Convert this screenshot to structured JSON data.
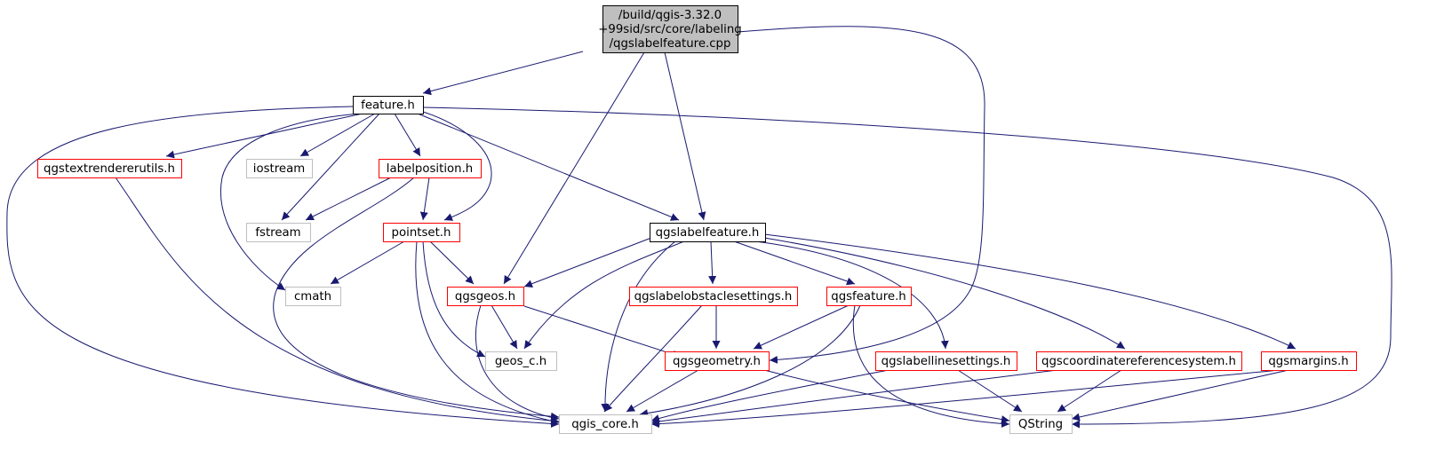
{
  "colors": {
    "root_fill": "#bfbfbf",
    "border_black": "#000000",
    "border_red": "#ff0000",
    "border_gray": "#bfbfbf",
    "edge": "#191970",
    "background": "#ffffff"
  },
  "nodes": [
    {
      "id": "root",
      "lines": [
        "/build/qgis-3.32.0",
        "+99sid/src/core/labeling",
        "/qgslabelfeature.cpp"
      ],
      "style": "root"
    },
    {
      "id": "feature_h",
      "lines": [
        "feature.h"
      ],
      "style": "black"
    },
    {
      "id": "qgstextrendererutils_h",
      "lines": [
        "qgstextrendererutils.h"
      ],
      "style": "red"
    },
    {
      "id": "iostream",
      "lines": [
        "iostream"
      ],
      "style": "gray"
    },
    {
      "id": "labelposition_h",
      "lines": [
        "labelposition.h"
      ],
      "style": "red"
    },
    {
      "id": "fstream",
      "lines": [
        "fstream"
      ],
      "style": "gray"
    },
    {
      "id": "pointset_h",
      "lines": [
        "pointset.h"
      ],
      "style": "red"
    },
    {
      "id": "qgslabelfeature_h",
      "lines": [
        "qgslabelfeature.h"
      ],
      "style": "black"
    },
    {
      "id": "cmath",
      "lines": [
        "cmath"
      ],
      "style": "gray"
    },
    {
      "id": "qgsgeos_h",
      "lines": [
        "qgsgeos.h"
      ],
      "style": "red"
    },
    {
      "id": "qgslabelobstaclesettings_h",
      "lines": [
        "qgslabelobstaclesettings.h"
      ],
      "style": "red"
    },
    {
      "id": "qgsfeature_h",
      "lines": [
        "qgsfeature.h"
      ],
      "style": "red"
    },
    {
      "id": "geos_c_h",
      "lines": [
        "geos_c.h"
      ],
      "style": "gray"
    },
    {
      "id": "qgsgeometry_h",
      "lines": [
        "qgsgeometry.h"
      ],
      "style": "red"
    },
    {
      "id": "qgslabellinesettings_h",
      "lines": [
        "qgslabellinesettings.h"
      ],
      "style": "red"
    },
    {
      "id": "qgscoordinatereferencesystem_h",
      "lines": [
        "qgscoordinatereferencesystem.h"
      ],
      "style": "red"
    },
    {
      "id": "qgsmargins_h",
      "lines": [
        "qgsmargins.h"
      ],
      "style": "red"
    },
    {
      "id": "qgis_core_h",
      "lines": [
        "qgis_core.h"
      ],
      "style": "gray"
    },
    {
      "id": "QString",
      "lines": [
        "QString"
      ],
      "style": "gray"
    }
  ],
  "edges": [
    [
      "root",
      "feature_h"
    ],
    [
      "root",
      "qgsgeos_h"
    ],
    [
      "root",
      "qgslabelfeature_h"
    ],
    [
      "root",
      "qgsgeometry_h"
    ],
    [
      "feature_h",
      "qgstextrendererutils_h"
    ],
    [
      "feature_h",
      "iostream"
    ],
    [
      "feature_h",
      "labelposition_h"
    ],
    [
      "feature_h",
      "fstream"
    ],
    [
      "feature_h",
      "pointset_h"
    ],
    [
      "feature_h",
      "cmath"
    ],
    [
      "feature_h",
      "qgslabelfeature_h"
    ],
    [
      "feature_h",
      "qgis_core_h"
    ],
    [
      "feature_h",
      "QString"
    ],
    [
      "qgstextrendererutils_h",
      "qgis_core_h"
    ],
    [
      "labelposition_h",
      "fstream"
    ],
    [
      "labelposition_h",
      "pointset_h"
    ],
    [
      "labelposition_h",
      "qgis_core_h"
    ],
    [
      "pointset_h",
      "cmath"
    ],
    [
      "pointset_h",
      "qgsgeos_h"
    ],
    [
      "pointset_h",
      "geos_c_h"
    ],
    [
      "pointset_h",
      "qgis_core_h"
    ],
    [
      "qgslabelfeature_h",
      "qgsgeos_h"
    ],
    [
      "qgslabelfeature_h",
      "geos_c_h"
    ],
    [
      "qgslabelfeature_h",
      "qgis_core_h"
    ],
    [
      "qgslabelfeature_h",
      "qgslabelobstaclesettings_h"
    ],
    [
      "qgslabelfeature_h",
      "qgsfeature_h"
    ],
    [
      "qgslabelfeature_h",
      "qgslabellinesettings_h"
    ],
    [
      "qgslabelfeature_h",
      "qgscoordinatereferencesystem_h"
    ],
    [
      "qgslabelfeature_h",
      "qgsmargins_h"
    ],
    [
      "qgsgeos_h",
      "geos_c_h"
    ],
    [
      "qgsgeos_h",
      "qgsgeometry_h"
    ],
    [
      "qgsgeos_h",
      "qgis_core_h"
    ],
    [
      "qgslabelobstaclesettings_h",
      "qgsgeometry_h"
    ],
    [
      "qgslabelobstaclesettings_h",
      "qgis_core_h"
    ],
    [
      "qgsfeature_h",
      "qgsgeometry_h"
    ],
    [
      "qgsfeature_h",
      "qgis_core_h"
    ],
    [
      "qgsfeature_h",
      "QString"
    ],
    [
      "qgsgeometry_h",
      "qgis_core_h"
    ],
    [
      "qgsgeometry_h",
      "QString"
    ],
    [
      "qgslabellinesettings_h",
      "qgis_core_h"
    ],
    [
      "qgslabellinesettings_h",
      "QString"
    ],
    [
      "qgscoordinatereferencesystem_h",
      "qgis_core_h"
    ],
    [
      "qgscoordinatereferencesystem_h",
      "QString"
    ],
    [
      "qgsmargins_h",
      "qgis_core_h"
    ],
    [
      "qgsmargins_h",
      "QString"
    ]
  ]
}
